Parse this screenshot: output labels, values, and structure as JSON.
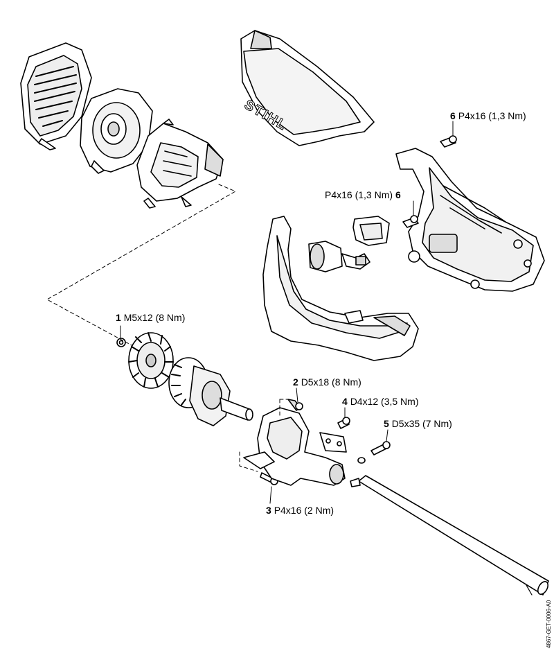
{
  "callouts": {
    "c1": {
      "num": "1",
      "text": "M5x12 (8 Nm)"
    },
    "c2": {
      "num": "2",
      "text": "D5x18 (8 Nm)"
    },
    "c3": {
      "num": "3",
      "text": "P4x16 (2 Nm)"
    },
    "c4": {
      "num": "4",
      "text": "D4x12 (3,5 Nm)"
    },
    "c5": {
      "num": "5",
      "text": "D5x35 (7 Nm)"
    },
    "c6a": {
      "num": "6",
      "text": "P4x16 (1,3 Nm)"
    },
    "c6b": {
      "text": "P4x16 (1,3 Nm)",
      "num": "6"
    }
  },
  "logo_text": "STIHL",
  "doc_id": "4867-GET-0006-A0",
  "colors": {
    "line": "#000000",
    "fill": "#ffffff",
    "shade": "#d9d9d9"
  }
}
